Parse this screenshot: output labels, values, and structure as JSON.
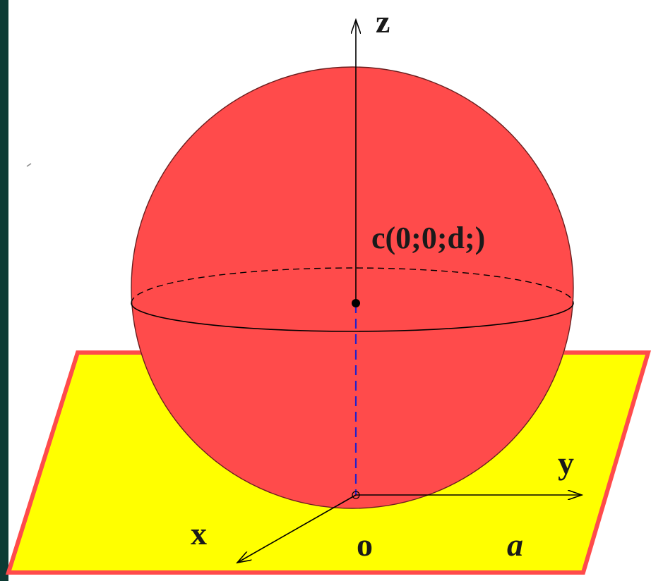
{
  "labels": {
    "z_axis": "z",
    "y_axis": "y",
    "x_axis": "x",
    "origin": "o",
    "plane": "a",
    "center": "c(0;0;d;)"
  },
  "colors": {
    "sphere": "#ff4b4b",
    "plane_fill": "#ffff00",
    "plane_border": "#ff4b4b",
    "left_strip": "#0d3b34",
    "dashed_radius": "#2222cc",
    "lines": "#000000"
  }
}
